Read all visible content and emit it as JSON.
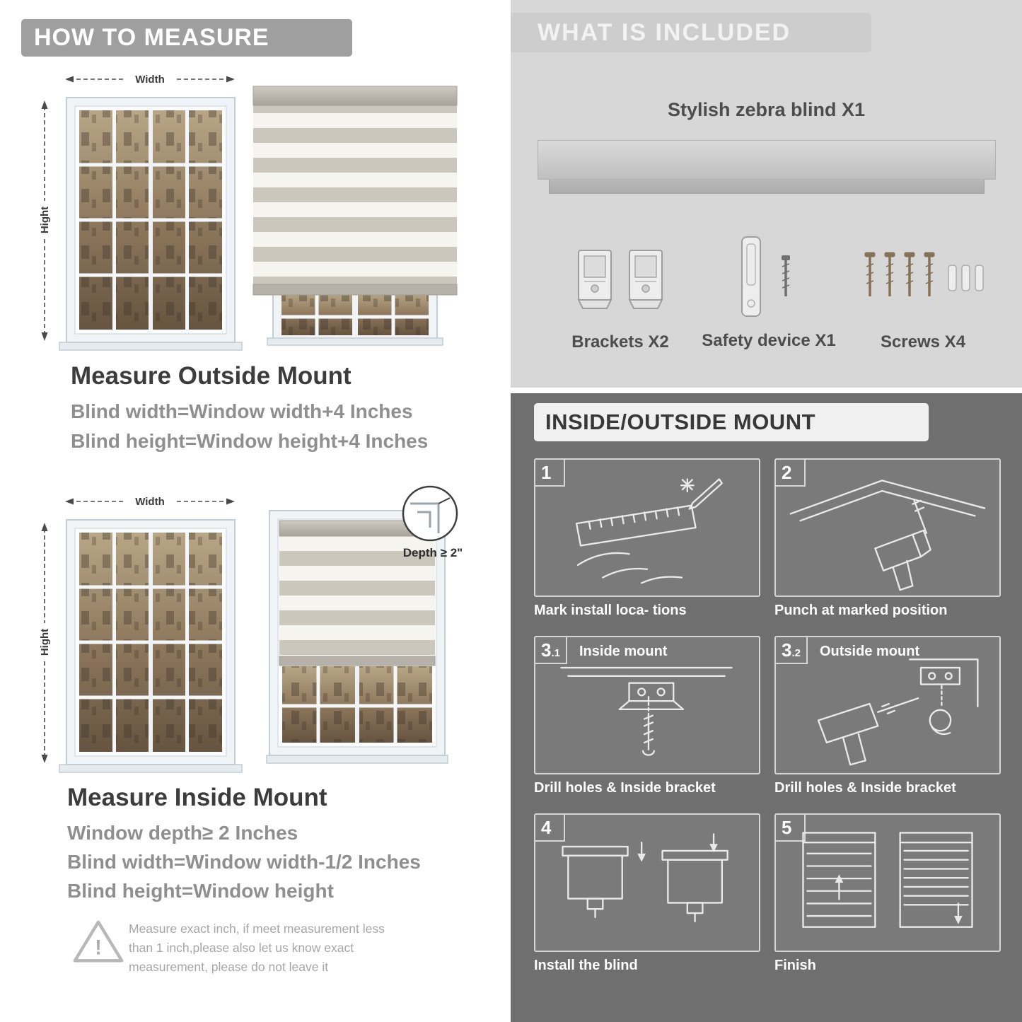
{
  "colors": {
    "banner_gray": "#9f9f9f",
    "included_bg": "#d7d7d7",
    "included_banner": "#cdcdcd",
    "dark_bg": "#6f6f6f",
    "panel_bg": "#7a7a7a",
    "panel_border": "#d6d6d6",
    "mount_banner_bg": "#f0f0f0",
    "heading_dark": "#3c3c3c",
    "body_gray": "#8f8f8f",
    "label_dark": "#4d4d4d"
  },
  "left": {
    "banner": "HOW TO MEASURE",
    "outside": {
      "width_label": "Width",
      "height_label": "Hight",
      "title": "Measure Outside Mount",
      "lines": [
        "Blind width=Window width+4 Inches",
        "Blind height=Window height+4 Inches"
      ]
    },
    "inside": {
      "width_label": "Width",
      "height_label": "Hight",
      "depth_note": "Depth ≥ 2\"",
      "title": "Measure Inside Mount",
      "lines": [
        "Window depth≥ 2 Inches",
        "Blind width=Window width-1/2 Inches",
        "Blind height=Window height"
      ]
    },
    "warning": {
      "mark": "!",
      "lines": [
        "Measure exact inch, if meet measurement less",
        "than 1 inch,please also let us know exact",
        "measurement, please do not leave it"
      ]
    }
  },
  "right": {
    "included": {
      "banner": "WHAT IS INCLUDED",
      "product": "Stylish zebra blind X1",
      "items": [
        {
          "label": "Brackets X2"
        },
        {
          "label": "Safety device X1"
        },
        {
          "label": "Screws X4"
        }
      ]
    },
    "mount": {
      "banner": "INSIDE/OUTSIDE MOUNT",
      "steps": [
        {
          "num": "1",
          "num_sub": "",
          "label": "",
          "caption": "Mark install loca- tions"
        },
        {
          "num": "2",
          "num_sub": "",
          "label": "",
          "caption": "Punch at  marked position"
        },
        {
          "num": "3",
          "num_sub": ".1",
          "label": "Inside mount",
          "caption": "Drill holes &  Inside bracket"
        },
        {
          "num": "3",
          "num_sub": ".2",
          "label": "Outside mount",
          "caption": "Drill holes &  Inside bracket"
        },
        {
          "num": "4",
          "num_sub": "",
          "label": "",
          "caption": "Install the blind"
        },
        {
          "num": "5",
          "num_sub": "",
          "label": "",
          "caption": "Finish"
        }
      ]
    }
  }
}
